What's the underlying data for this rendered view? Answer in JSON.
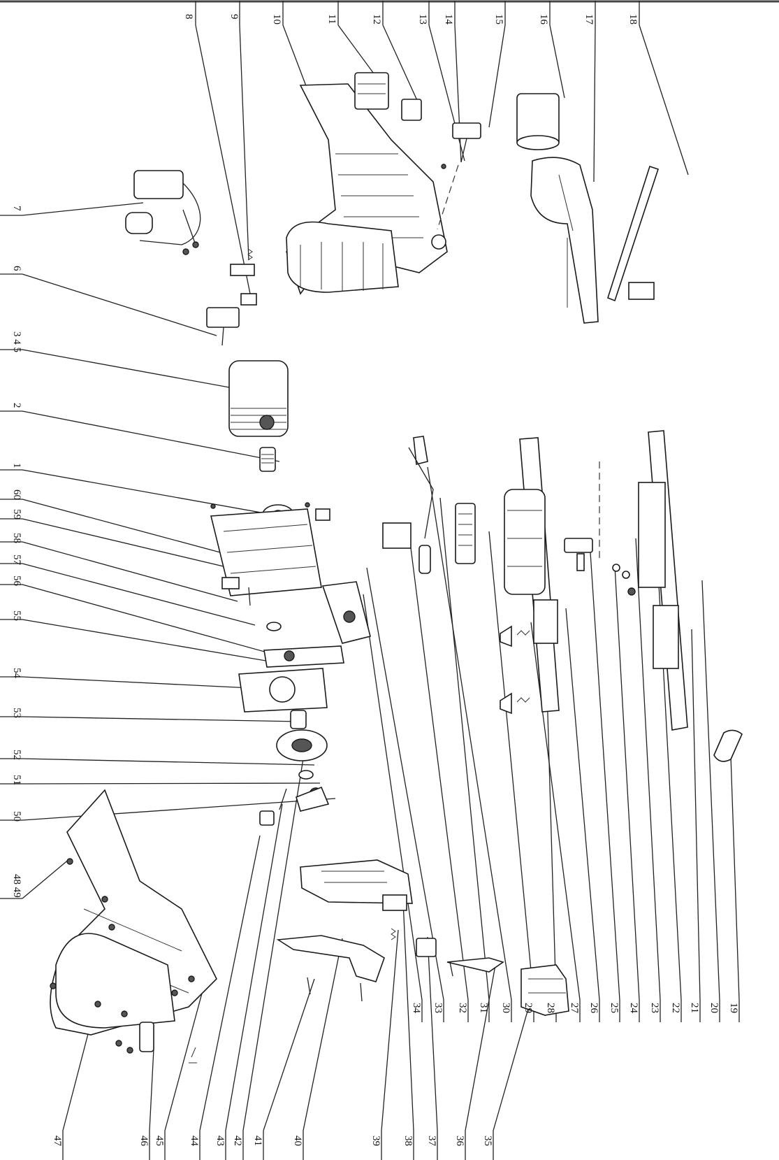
{
  "callouts": {
    "top": [
      "8",
      "9",
      "10",
      "11",
      "12",
      "13",
      "14",
      "15",
      "16",
      "17",
      "18"
    ],
    "left": [
      "7",
      "6",
      "3 4 5",
      "2",
      "1",
      "60",
      "59",
      "58",
      "57",
      "56",
      "55",
      "54",
      "53",
      "52",
      "51",
      "50",
      "48 49"
    ],
    "middle": [
      "34",
      "33",
      "32",
      "31",
      "30",
      "29",
      "28",
      "27",
      "26",
      "25",
      "24",
      "23",
      "22",
      "21",
      "20",
      "19"
    ],
    "bottom": [
      "47",
      "46",
      "45",
      "44",
      "43",
      "42",
      "41",
      "40",
      "39",
      "38",
      "37",
      "36",
      "35"
    ]
  }
}
